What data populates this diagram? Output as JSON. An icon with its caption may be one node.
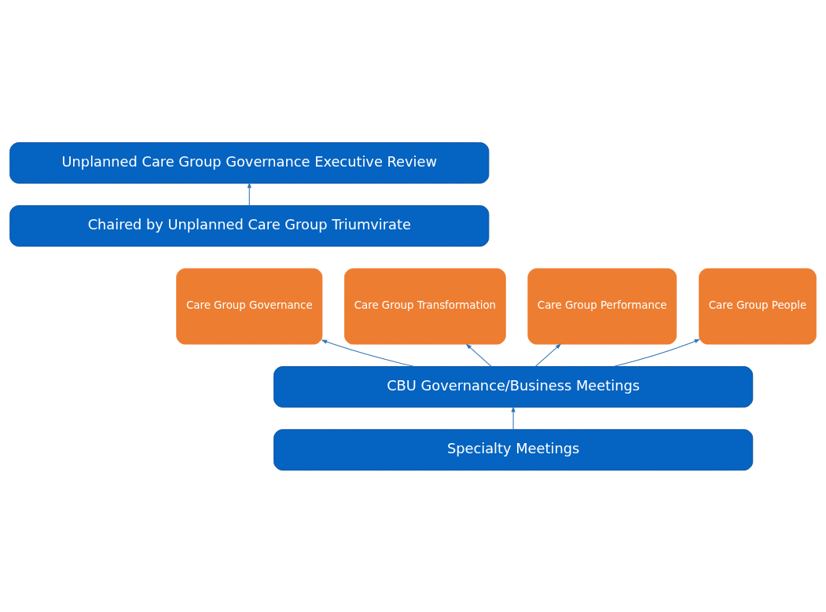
{
  "diagram": {
    "nodes": [
      {
        "text": [
          "Unplanned Care Group Governance Executive Review"
        ]
      },
      {
        "text": [
          "Chaired by Unplanned Care Group Triumvirate"
        ]
      },
      {
        "text": [
          "Care Group Governance"
        ]
      },
      {
        "text": [
          "Care Group Transformation"
        ]
      },
      {
        "text": [
          "Care Group Performance"
        ]
      },
      {
        "text": [
          "Care Group People"
        ]
      },
      {
        "text": [
          "CBU Governance/Business Meetings"
        ]
      },
      {
        "text": [
          "Specialty Meetings"
        ]
      }
    ],
    "edges": [
      {
        "from": 1,
        "to": 0,
        "arrow": "to"
      },
      {
        "from": 6,
        "to": 2,
        "arrow": "to"
      },
      {
        "from": 6,
        "to": 3,
        "arrow": "to"
      },
      {
        "from": 6,
        "to": 4,
        "arrow": "to"
      },
      {
        "from": 6,
        "to": 5,
        "arrow": "to"
      },
      {
        "from": 7,
        "to": 6,
        "arrow": "to"
      }
    ]
  }
}
